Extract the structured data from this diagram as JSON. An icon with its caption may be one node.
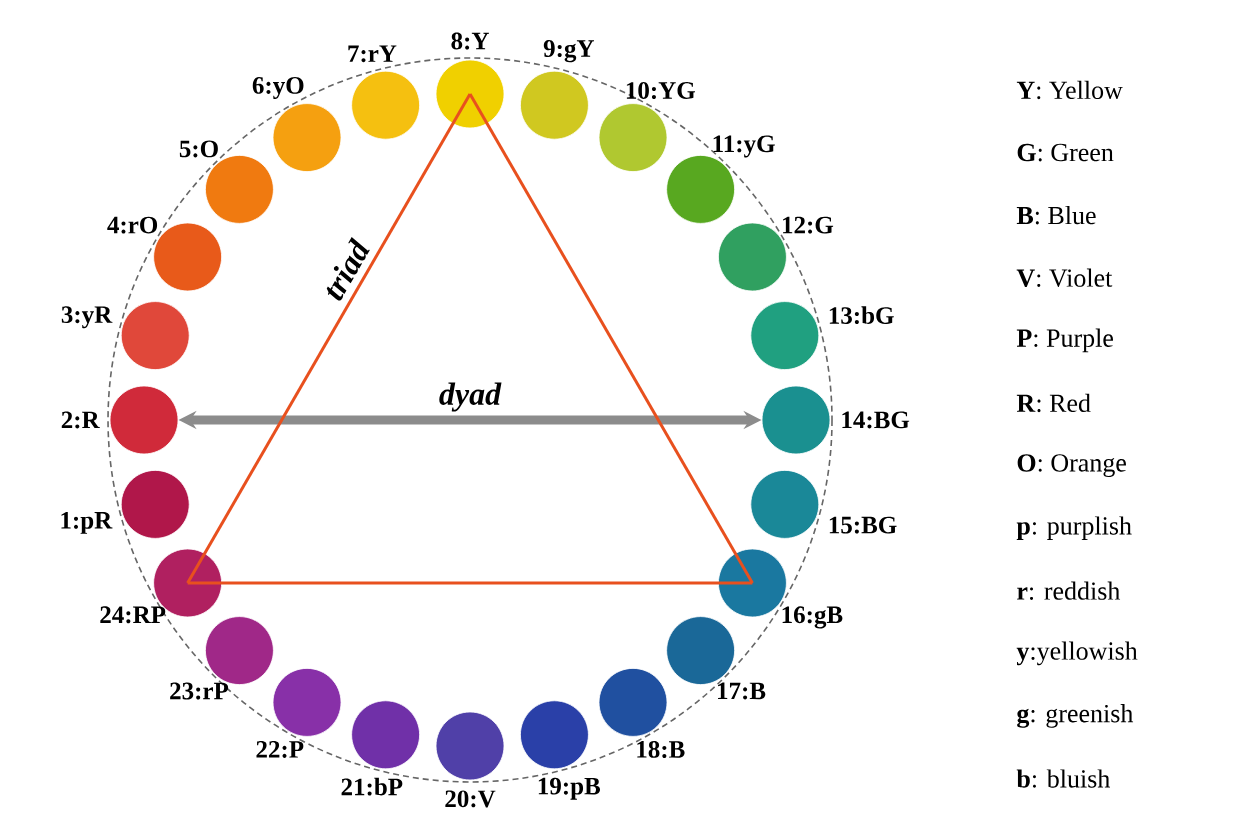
{
  "diagram": {
    "nodes": [
      {
        "text": [],
        "shape": "circle",
        "beside": [
          "1:pR"
        ]
      },
      {
        "text": [],
        "shape": "circle",
        "beside": [
          "2:R"
        ]
      },
      {
        "text": [],
        "shape": "circle",
        "beside": [
          "3:yR"
        ]
      },
      {
        "text": [],
        "shape": "circle",
        "beside": [
          "4:rO"
        ]
      },
      {
        "text": [],
        "shape": "circle",
        "beside": [
          "5:O"
        ]
      },
      {
        "text": [],
        "shape": "circle",
        "beside": [
          "6:yO"
        ]
      },
      {
        "text": [],
        "shape": "circle",
        "beside": [
          "7:rY"
        ]
      },
      {
        "text": [],
        "shape": "circle",
        "beside": [
          "8:Y"
        ]
      },
      {
        "text": [],
        "shape": "circle",
        "beside": [
          "9:gY"
        ]
      },
      {
        "text": [],
        "shape": "circle",
        "beside": [
          "10:YG"
        ]
      },
      {
        "text": [],
        "shape": "circle",
        "beside": [
          "11:yG"
        ]
      },
      {
        "text": [],
        "shape": "circle",
        "beside": [
          "12:G"
        ]
      },
      {
        "text": [],
        "shape": "circle",
        "beside": [
          "13:bG"
        ]
      },
      {
        "text": [],
        "shape": "circle",
        "beside": [
          "14:BG"
        ]
      },
      {
        "text": [],
        "shape": "circle",
        "beside": [
          "15:BG"
        ]
      },
      {
        "text": [],
        "shape": "circle",
        "beside": [
          "16:gB"
        ]
      },
      {
        "text": [],
        "shape": "circle",
        "beside": [
          "17:B"
        ]
      },
      {
        "text": [],
        "shape": "circle",
        "beside": [
          "18:B"
        ]
      },
      {
        "text": [],
        "shape": "circle",
        "beside": [
          "19:pB"
        ]
      },
      {
        "text": [],
        "shape": "circle",
        "beside": [
          "20:V"
        ]
      },
      {
        "text": [],
        "shape": "circle",
        "beside": [
          "21:bP"
        ]
      },
      {
        "text": [],
        "shape": "circle",
        "beside": [
          "22:P"
        ]
      },
      {
        "text": [],
        "shape": "circle",
        "beside": [
          "23:rP"
        ]
      },
      {
        "text": [],
        "shape": "circle",
        "beside": [
          "24:RP"
        ]
      }
    ],
    "edges": [
      {
        "from": 1,
        "to": 13,
        "arrow": "both",
        "label": "dyad",
        "style": "thick",
        "color": "#8c8c8c"
      },
      {
        "from": 23,
        "to": 7,
        "arrow": "none",
        "label": "triad"
      },
      {
        "from": 7,
        "to": 15,
        "arrow": "none"
      },
      {
        "from": 15,
        "to": 23,
        "arrow": "none"
      }
    ],
    "labels": [
      "**Y**: Yellow",
      "**G**: Green",
      "**B**: Blue",
      "**V**: Violet",
      "**P**: Purple",
      "**R**: Red",
      "**O**: Orange",
      "**p**: purplish",
      "**r**: reddish",
      "**y**:yellowish",
      "**g**: greenish",
      "**b**: bluish"
    ]
  }
}
